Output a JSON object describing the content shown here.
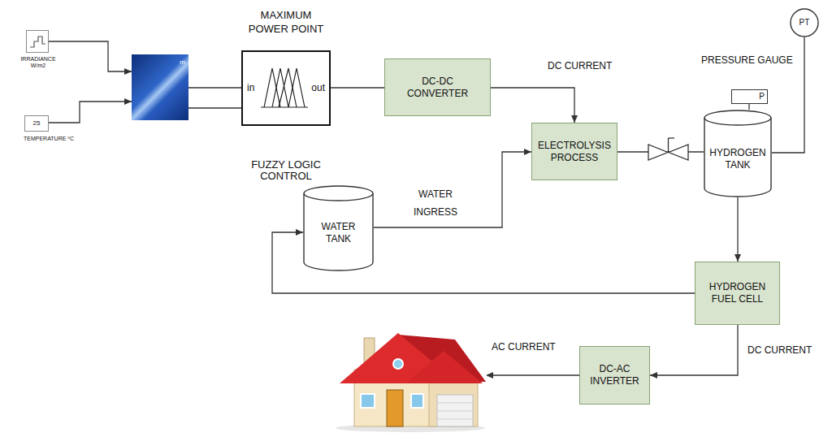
{
  "diagram": {
    "nodes": [
      {
        "text": [
          "IRRADIANCE W/m2"
        ]
      },
      {
        "text": [
          "25",
          "TEMPERATURE ºC"
        ]
      },
      {
        "text": [
          "m"
        ]
      },
      {
        "text": [
          "MAXIMUM POWER POINT",
          "in",
          "out",
          "FUZZY LOGIC CONTROL"
        ]
      },
      {
        "text": [
          "DC-DC CONVERTER"
        ]
      },
      {
        "text": [
          "ELECTROLYSIS PROCESS"
        ]
      },
      {
        "text": [
          "HYDROGEN TANK"
        ]
      },
      {
        "text": [
          "PRESSURE GAUGE",
          "P"
        ]
      },
      {
        "text": [
          "PT"
        ]
      },
      {
        "text": [
          "WATER TANK"
        ]
      },
      {
        "text": [
          "HYDROGEN FUEL CELL"
        ]
      },
      {
        "text": [
          "DC-AC INVERTER"
        ]
      }
    ],
    "edges": [
      {
        "from": 0,
        "to": 2,
        "arrow": "to"
      },
      {
        "from": 1,
        "to": 2,
        "arrow": "to"
      },
      {
        "from": 2,
        "to": 3,
        "arrow": "none"
      },
      {
        "from": 2,
        "to": 3,
        "arrow": "none"
      },
      {
        "from": 3,
        "to": 4,
        "arrow": "none"
      },
      {
        "from": 4,
        "to": 5,
        "label": "DC CURRENT",
        "arrow": "to"
      },
      {
        "from": 9,
        "to": 5,
        "label": "WATER INGRESS",
        "arrow": "to"
      },
      {
        "from": 5,
        "to": 6,
        "arrow": "none"
      },
      {
        "from": 7,
        "to": 6,
        "arrow": "none"
      },
      {
        "from": 8,
        "to": 6,
        "arrow": "none"
      },
      {
        "from": 6,
        "to": 10,
        "arrow": "to"
      },
      {
        "from": 10,
        "to": 9,
        "arrow": "to"
      },
      {
        "from": 10,
        "to": 11,
        "label": "DC CURRENT",
        "arrow": "to"
      }
    ],
    "labels": [
      "AC CURRENT"
    ]
  }
}
